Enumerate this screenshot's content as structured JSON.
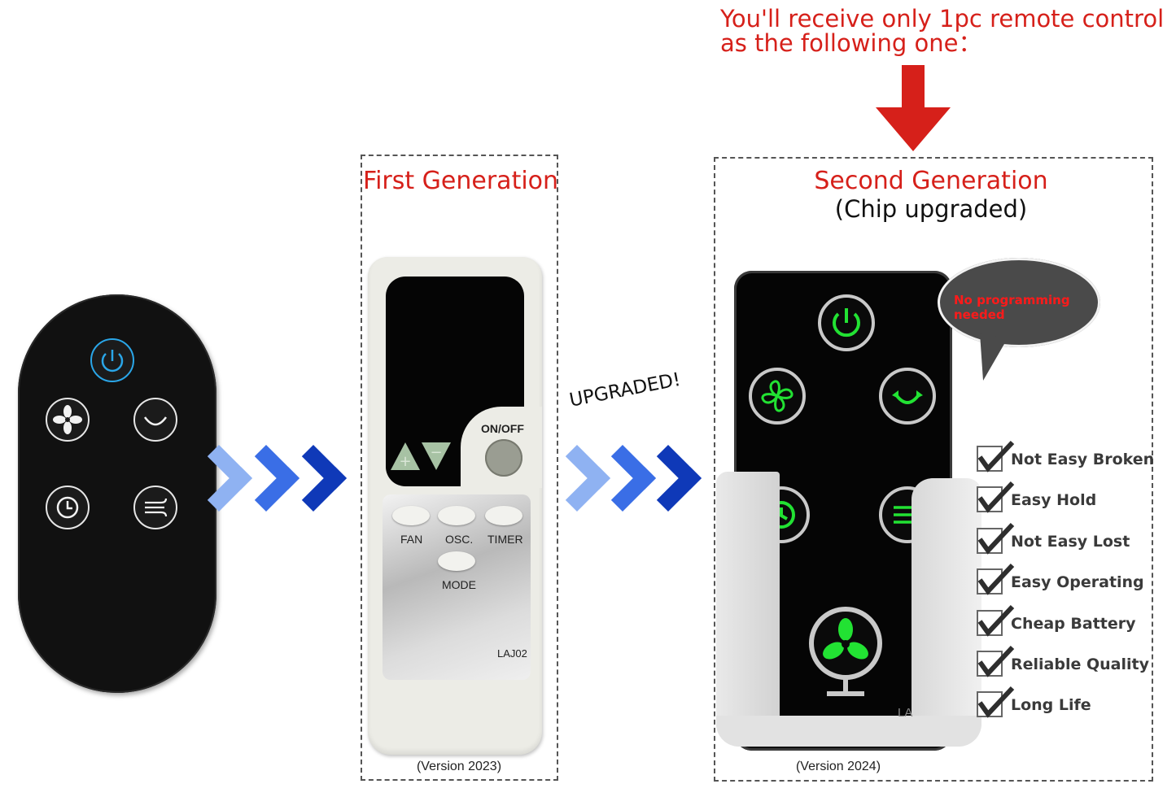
{
  "notice": {
    "line1": "You'll receive only 1pc remote control",
    "line2": "as the following one："
  },
  "first_gen": {
    "title": "First Generation",
    "remote": {
      "onoff": "ON/OFF",
      "fan": "FAN",
      "osc": "OSC.",
      "timer": "TIMER",
      "mode": "MODE",
      "model": "LAJ02"
    },
    "version": "(Version 2023)"
  },
  "upgrade": {
    "label": "UPGRADED!"
  },
  "second_gen": {
    "title": "Second Generation",
    "subtitle": "(Chip upgraded)",
    "bubble": "No programming needed",
    "model_partial": "LA",
    "version": "(Version 2024)"
  },
  "features": [
    "Not Easy Broken",
    "Easy Hold",
    "Not Easy Lost",
    "Easy Operating",
    "Cheap Battery",
    "Reliable Quality",
    "Long Life"
  ],
  "colors": {
    "accent_red": "#d6201a",
    "chevron_light": "#8fb2f2",
    "chevron_mid": "#3a6ee6",
    "chevron_dark": "#0f39b8",
    "glow_green": "#22e233",
    "power_blue": "#2aa6e8"
  },
  "icons": [
    "power-icon",
    "fan-icon",
    "swing-icon",
    "timer-icon",
    "wind-icon",
    "plus-icon",
    "minus-icon",
    "check-icon",
    "down-arrow-icon",
    "floor-fan-icon"
  ]
}
